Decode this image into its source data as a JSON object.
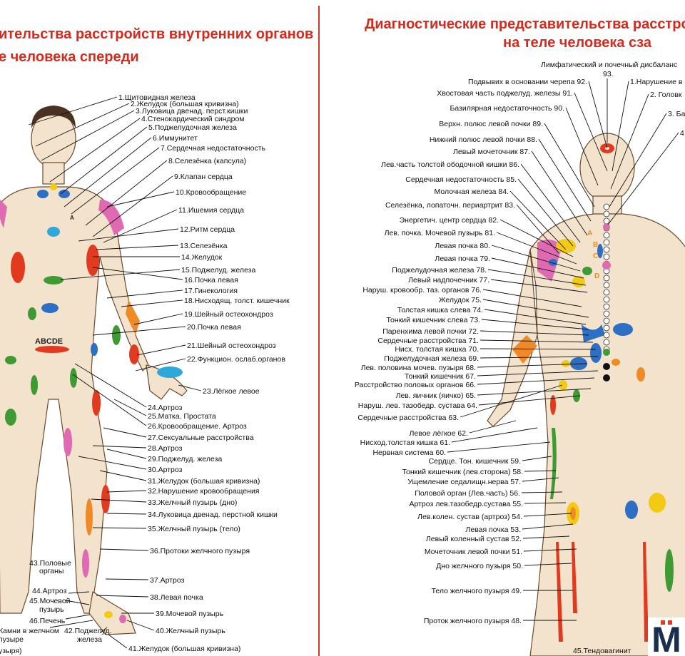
{
  "left": {
    "title_line1": "ительства расстройств внутренних органов",
    "title_line2": "е человека спереди",
    "figure_letters": "ABCDE",
    "figure_mark_a": "A",
    "labels": [
      "1.Щитовидная железа",
      "2.Желудок (большая кривизна)",
      "3.Луковица двенад. перст.кишки",
      "4.Стенокардический синдром",
      "5.Поджелудочная железа",
      "6.Иммунитет",
      "7.Сердечная недостаточность",
      "8.Селезёнка (капсула)",
      "9.Клапан сердца",
      "10.Кровообращение",
      "11.Ишемия сердца",
      "12.Ритм сердца",
      "13.Селезёнка",
      "14.Желудок",
      "15.Поджелуд. железа",
      "16.Почка левая",
      "17.Гинекология",
      "18.Нисходящ. толст. кишечник",
      "19.Шейный остеохондроз",
      "20.Почка левая",
      "21.Шейный остеохондроз",
      "22.Функцион. ослаб.органов",
      "23.Лёгкое левое",
      "24.Артроз",
      "25.Матка. Простата",
      "26.Кровообращение. Артроз",
      "27.Сексуальные расстройства",
      "28.Артроз",
      "29.Поджелуд. железа",
      "30.Артроз",
      "31.Желудок (большая кривизна)",
      "32.Нарушение кровообращения",
      "33.Желчный пузырь (дно)",
      "34.Луковица двенад. перстной кишки",
      "35.Желчный пузырь (тело)",
      "36.Протоки желчного пузыря",
      "37.Артроз",
      "38.Левая почка",
      "39.Мочевой пузырь",
      "40.Желчный пузырь",
      "41.Желудок (большая кривизна)"
    ],
    "foot_labels": [
      "43.Половые",
      "органы",
      "44.Артроз",
      "45.Мочевой",
      "пузырь",
      "46.Печень",
      "Камни в желчном",
      "пузыре",
      "42.Поджелуд.",
      "железа",
      "узыря)"
    ]
  },
  "right": {
    "title_line1": "Диагностические представительства расстройс",
    "title_line2": "на теле человека сза",
    "top_note": "Лимфатический и почечный дисбаланс",
    "top_note_num": "93.",
    "spine_letters": [
      "A",
      "B",
      "C",
      "D"
    ],
    "labels_right": [
      "1.Нарушение в",
      "2. Головк",
      "3. Ба",
      "4"
    ],
    "labels": [
      "Подвывих в основании черепа 92.",
      "Хвостовая часть поджелуд. железы 91.",
      "Базилярная недостаточность 90.",
      "Верхн. полюс левой почки 89.",
      "Нижний полюс левой почки 88.",
      "Левый мочеточник 87.",
      "Лев.часть толстой ободочной кишки 86.",
      "Сердечная недостаточность 85.",
      "Молочная железа 84.",
      "Селезёнка, лопаточн. периартрит 83.",
      "Энергетич. центр сердца 82.",
      "Лев. почка. Мочевой пузырь 81.",
      "Левая почка 80.",
      "Левая почка 79.",
      "Поджелудочная железа 78.",
      "Левый надпочечник 77.",
      "Наруш. кровообр. таз. органов 76.",
      "Желудок 75.",
      "Толстая кишка слева 74.",
      "Тонкий кишечник слева 73.",
      "Паренхима левой почки 72.",
      "Сердечные расстройства 71.",
      "Нисх. толстая кишка 70.",
      "Поджелудочная железа 69.",
      "Лев. половина мочев. пузыря 68.",
      "Тонкий кишечник 67.",
      "Расстройство половых органов 66.",
      "Лев. яичник (яичко) 65.",
      "Наруш. лев. тазобедр. сустава 64.",
      "Сердечные расстройства 63.",
      "Левое лёгкое 62.",
      "Нисход.толстая кишка 61.",
      "Нервная система 60.",
      "Сердце. Тон. кишечник 59.",
      "Тонкий кишечник (лев.сторона) 58.",
      "Ущемление седалищн.нерва 57.",
      "Половой орган (Лев.часть) 56.",
      "Артроз лев.тазобедр.сустава 55.",
      "Лев.колен. сустав (артроз) 54.",
      "Левая почка 53.",
      "Левый коленный сустав 52.",
      "Мочеточник левой почки 51.",
      "Дно желчного пузыря 50.",
      "Тело желчного пузыря 49.",
      "Проток желчного пузыря 48."
    ],
    "bottom_label": "45.Тендовагинит"
  },
  "logo_text": "M",
  "colors": {
    "title_red": "#d52b1e",
    "divider": "#d8322c",
    "skin": "#f4e3cc",
    "zone_red": "#e23a1f",
    "zone_blue": "#2d6fc4",
    "zone_green": "#3f9a34",
    "zone_yellow": "#f2c913",
    "zone_pink": "#e06ab2",
    "zone_orange": "#f08a24",
    "zone_cyan": "#2ea8d8"
  }
}
